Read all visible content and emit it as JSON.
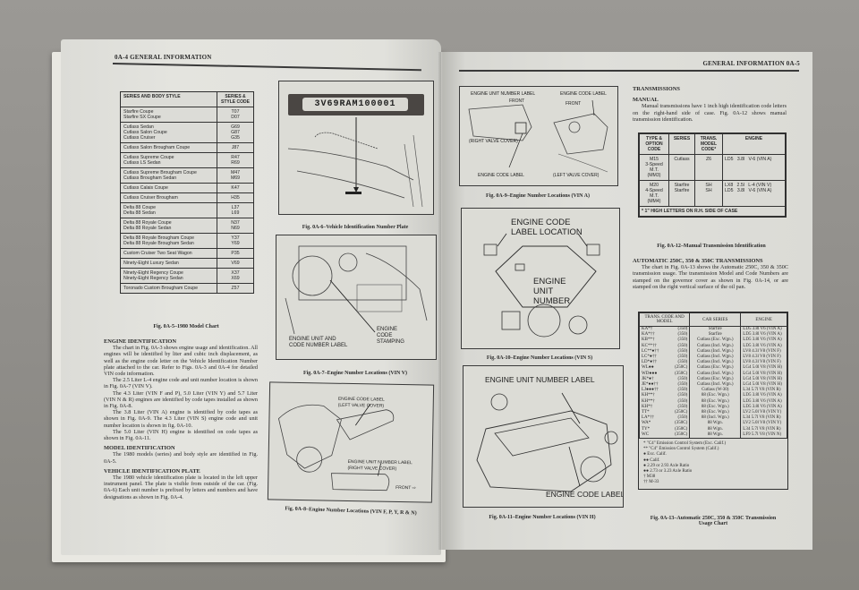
{
  "left_page": {
    "header": "0A-4 GENERAL INFORMATION",
    "model_chart": {
      "headers": [
        "SERIES AND BODY STYLE",
        "SERIES & STYLE CODE"
      ],
      "rows": [
        {
          "style": "Starfire Coupe\nStarfire SX Coupe",
          "code": "T07\nD07"
        },
        {
          "style": "Cutlass Sedan\nCutlass Salon Coupe\nCutlass Cruiser",
          "code": "G69\nG87\nG35"
        },
        {
          "style": "Cutlass Salon Brougham Coupe",
          "code": "J87"
        },
        {
          "style": "Cutlass Supreme Coupe\nCutlass LS Sedan",
          "code": "R47\nR69"
        },
        {
          "style": "Cutlass Supreme Brougham Coupe\nCutlass Brougham Sedan",
          "code": "M47\nM69"
        },
        {
          "style": "Cutlass Calais Coupe",
          "code": "K47"
        },
        {
          "style": "Cutlass Cruiser Brougham",
          "code": "H35"
        },
        {
          "style": "Delta 88 Coupe\nDelta 88 Sedan",
          "code": "L37\nL69"
        },
        {
          "style": "Delta 88 Royale Coupe\nDelta 88 Royale Sedan",
          "code": "N37\nN69"
        },
        {
          "style": "Delta 88 Royale Brougham Coupe\nDelta 88 Royale Brougham Sedan",
          "code": "Y37\nY69"
        },
        {
          "style": "Custom Cruiser Two Seat Wagon",
          "code": "P35"
        },
        {
          "style": "Ninety-Eight Luxury Sedan",
          "code": "V69"
        },
        {
          "style": "Ninety-Eight Regency Coupe\nNinety-Eight Regency Sedan",
          "code": "X37\nX69"
        },
        {
          "style": "Toronado Custom Brougham Coupe",
          "code": "Z57"
        }
      ],
      "caption": "Fig. 0A-5–1980 Model Chart"
    },
    "sections": {
      "engine_id_title": "ENGINE IDENTIFICATION",
      "engine_id_p1": "The chart in Fig. 0A-3 shows engine usage and identification. All engines will be identified by liter and cubic inch displacement, as well as the engine code letter on the Vehicle Identification Number plate attached to the car. Refer to Figs. 0A-3 and 0A-4 for detailed VIN code information.",
      "engine_id_p2": "The 2.5 Liter L-4 engine code and unit number location is shown in Fig. 0A-7 (VIN V).",
      "engine_id_p3": "The 4.3 Liter (VIN F and P), 5.0 Liter (VIN Y) and 5.7 Liter (VIN N & R) engines are identified by code tapes installed as shown in Fig. 0A-8.",
      "engine_id_p4": "The 3.8 Liter (VIN A) engine is identified by code tapes as shown in Fig. 0A-9. The 4.3 Liter (VIN S) engine code and unit number location is shown in fig. 0A-10.",
      "engine_id_p5": "The 5.0 Liter (VIN H) engine is identified on code tapes as shown in Fig. 0A-11.",
      "model_id_title": "MODEL IDENTIFICATION",
      "model_id_p1": "The 1980 models (series) and body style are identified in Fig. 0A-5.",
      "vin_plate_title": "VEHICLE IDENTIFICATION PLATE",
      "vin_plate_p1": "The 1980 vehicle identification plate is located in the left upper instrument panel. The plate is visible from outside of the car. (Fig. 0A-6) Each unit number is prefixed by letters and numbers and have designations as shown in Fig. 0A-4."
    },
    "fig6": {
      "plate_text": "3V69RAM100001",
      "caption": "Fig. 0A-6–Vehicle Identification Number Plate"
    },
    "fig7": {
      "label1": "ENGINE UNIT AND\nCODE NUMBER LABEL",
      "label2": "ENGINE\nCODE\nSTAMPING",
      "caption": "Fig. 0A-7–Engine Number Locations (VIN V)"
    },
    "fig8": {
      "label1": "ENGINE CODE LABEL\n(LEFT VALVE COVER)",
      "label2": "ENGINE UNIT NUMBER LABEL\n(RIGHT VALVE COVER)",
      "label3": "FRONT",
      "caption": "Fig. 0A-8–Engine Number Locations (VIN F, P, Y, R & N)"
    }
  },
  "right_page": {
    "header": "GENERAL INFORMATION  0A-5",
    "fig9": {
      "label1": "ENGINE UNIT NUMBER LABEL",
      "label2": "FRONT",
      "label3": "(RIGHT VALVE COVER)",
      "label4": "ENGINE CODE LABEL",
      "label5": "ENGINE CODE LABEL",
      "label6": "FRONT",
      "label7": "(LEFT VALVE COVER)",
      "caption": "Fig. 0A-9–Engine Number Locations (VIN A)"
    },
    "fig10": {
      "label1": "ENGINE CODE\nLABEL LOCATION",
      "label2": "ENGINE\nUNIT\nNUMBER",
      "caption": "Fig. 0A-10–Engine Number Locations (VIN S)"
    },
    "fig11": {
      "label1": "ENGINE UNIT NUMBER LABEL",
      "label2": "ENGINE CODE LABEL",
      "caption": "Fig. 0A-11–Engine Number Locations (VIN H)"
    },
    "transmissions": {
      "title": "TRANSMISSIONS",
      "manual_title": "MANUAL",
      "manual_p": "Manual transmissions have 1 inch high identification code letters on the right-hand side of case. Fig. 0A-12 shows manual transmission identification.",
      "manual_table": {
        "headers": [
          "TYPE & OPTION CODE",
          "SERIES",
          "TRANS. MODEL CODE*",
          "ENGINE"
        ],
        "rows": [
          {
            "type": "M15\n3-Speed\nM.T.\n(MM3)",
            "series": "Cutlass",
            "code": "Z6",
            "engine": "LD5   3.8l   V-6 (VIN A)"
          },
          {
            "type": "M20\n4-Speed\nM.T.\n(MM4)",
            "series": "Starfire\nStarfire",
            "code": "SH\nSH",
            "engine": "LX8   2.5l   L-4 (VIN V)\nLD5   3.8l   V-6 (VIN A)"
          }
        ],
        "footnote": "*  1\" HIGH LETTERS ON R.H. SIDE OF CASE",
        "caption": "Fig. 0A-12–Manual Transmission Identification"
      },
      "auto_title": "AUTOMATIC 250C, 350 & 350C TRANSMISSIONS",
      "auto_p": "The chart in Fig. 0A-13 shows the Automatic 250C, 350 & 350C transmission usage. The transmission Model and Code Numbers are stamped on the governor cover as shown in Fig. 0A-14, or are stamped on the right vertical surface of the oil pan.",
      "auto_table": {
        "headers": [
          "TRANS. CODE AND MODEL",
          "CAR SERIES",
          "ENGINE"
        ],
        "rows": [
          {
            "code": "KA*†",
            "model": "(350)",
            "series": "Starfire",
            "engine": "LD5 3.8l V6 (VIN A)"
          },
          {
            "code": "KA*††",
            "model": "(350)",
            "series": "Starfire",
            "engine": "LD5 3.8l V6 (VIN A)"
          },
          {
            "code": "KB**†",
            "model": "(350)",
            "series": "Cutlass (Exc. Wgn.)",
            "engine": "LD5 3.8l V6 (VIN A)"
          },
          {
            "code": "KC**††",
            "model": "(350)",
            "series": "Cutlass (Incl. Wgn.)",
            "engine": "LD5 3.8l V6 (VIN A)"
          },
          {
            "code": "LC**●††",
            "model": "(350)",
            "series": "Cutlass (Incl. Wgn.)",
            "engine": "LV8 4.3l V8 (VIN F)"
          },
          {
            "code": "LC*●††",
            "model": "(350)",
            "series": "Cutlass (Incl. Wgn.)",
            "engine": "LV8 4.3l V8 (VIN F)"
          },
          {
            "code": "LD*●††",
            "model": "(350)",
            "series": "Cutlass (Incl. Wgn.)",
            "engine": "LV8 4.3l V8 (VIN F)"
          },
          {
            "code": "WL●●",
            "model": "(250C)",
            "series": "Cutlass (Exc. Wgn.)",
            "engine": "LG4 5.0l V8 (VIN H)"
          },
          {
            "code": "WD●●●",
            "model": "(350C)",
            "series": "Cutlass (Incl. Wgn.)",
            "engine": "LG4 5.0l V8 (VIN H)"
          },
          {
            "code": "JK*●†",
            "model": "(350)",
            "series": "Cutlass (Exc. Wgn.)",
            "engine": "LG4 5.0l V8 (VIN H)"
          },
          {
            "code": "JE*●●††",
            "model": "(350)",
            "series": "Cutlass (Incl. Wgn.)",
            "engine": "LG4 5.0l V8 (VIN H)"
          },
          {
            "code": "LJ●●●††",
            "model": "(350)",
            "series": "Cutlass (W-30)",
            "engine": "L34 5.7l V8 (VIN R)"
          },
          {
            "code": "KH**†",
            "model": "(350)",
            "series": "88 (Exc. Wgn.)",
            "engine": "LD5 3.8l V6 (VIN A)"
          },
          {
            "code": "KH**†",
            "model": "(350)",
            "series": "88 (Exc. Wgn.)",
            "engine": "LD5 3.8l V6 (VIN A)"
          },
          {
            "code": "KH*†",
            "model": "(350)",
            "series": "88 (Exc. Wgn.)",
            "engine": "LD5 3.8l V6 (VIN A)"
          },
          {
            "code": "TT*",
            "model": "(250C)",
            "series": "88 (Exc. Wgn.)",
            "engine": "LV2 5.0l V8 (VIN Y)"
          },
          {
            "code": "LA*††",
            "model": "(350)",
            "series": "88 (Incl. Wgn.)",
            "engine": "L34 5.7l V8 (VIN R)"
          },
          {
            "code": "WA*",
            "model": "(350C)",
            "series": "88 Wgn.",
            "engine": "LV2 5.0l V8 (VIN Y)"
          },
          {
            "code": "TY*",
            "model": "(350C)",
            "series": "88 Wgn.",
            "engine": "L34 5.7l V8 (VIN R)"
          },
          {
            "code": "WC",
            "model": "(350C)",
            "series": "88 Wgn.",
            "engine": "LF9 5.7l V8 (VIN N)"
          }
        ],
        "notes": [
          "* \"C4\" Emission Control System (Exc. Calif.)",
          "** \"C4\" Emission Control System (Calif.)",
          "● Exc. Calif.",
          "●● Calif.",
          "● 2.29 or 2.93 Axle Ratio",
          "●● 2.73 or 3.23 Axle Ratio",
          "† M38",
          "†† M-33"
        ],
        "caption": "Fig. 0A-13–Automatic 250C, 350 & 350C Transmission\nUsage Chart"
      }
    }
  }
}
